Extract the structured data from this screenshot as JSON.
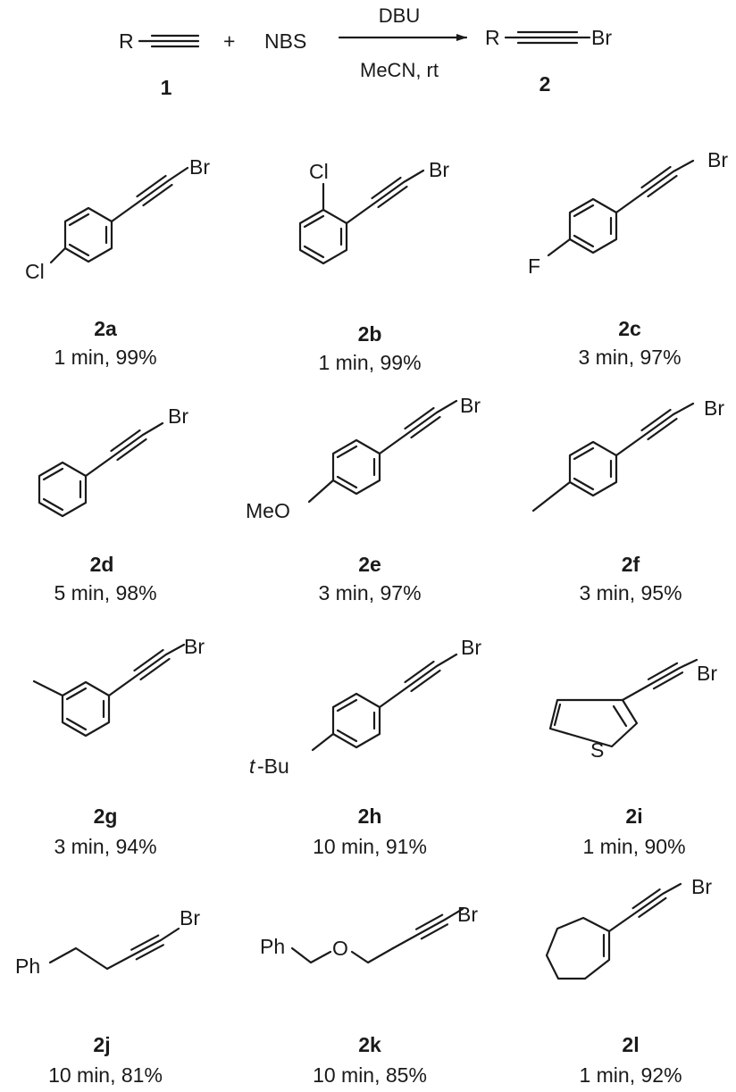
{
  "scheme": {
    "substrate_r": "R",
    "plus": "+",
    "reagent": "NBS",
    "catalyst": "DBU",
    "conditions": "MeCN, rt",
    "product_r": "R",
    "product_br": "Br",
    "substrate_label": "1",
    "product_label": "2"
  },
  "compounds": [
    {
      "label": "2a",
      "result": "1 min, 99%",
      "texts": [
        "Br",
        "Cl"
      ]
    },
    {
      "label": "2b",
      "result": "1 min, 99%",
      "texts": [
        "Br",
        "Cl"
      ]
    },
    {
      "label": "2c",
      "result": "3 min, 97%",
      "texts": [
        "Br",
        "F"
      ]
    },
    {
      "label": "2d",
      "result": "5 min, 98%",
      "texts": [
        "Br"
      ]
    },
    {
      "label": "2e",
      "result": "3 min, 97%",
      "texts": [
        "Br",
        "MeO"
      ]
    },
    {
      "label": "2f",
      "result": "3 min, 95%",
      "texts": [
        "Br"
      ]
    },
    {
      "label": "2g",
      "result": "3 min, 94%",
      "texts": [
        "Br"
      ]
    },
    {
      "label": "2h",
      "result": "10 min, 91%",
      "texts": [
        "Br",
        "t",
        "-Bu"
      ]
    },
    {
      "label": "2i",
      "result": "1 min, 90%",
      "texts": [
        "Br",
        "S"
      ]
    },
    {
      "label": "2j",
      "result": "10 min, 81%",
      "texts": [
        "Br",
        "Ph"
      ]
    },
    {
      "label": "2k",
      "result": "10 min, 85%",
      "texts": [
        "Br",
        "Ph",
        "O"
      ]
    },
    {
      "label": "2l",
      "result": "1 min, 92%",
      "texts": [
        "Br"
      ]
    }
  ]
}
